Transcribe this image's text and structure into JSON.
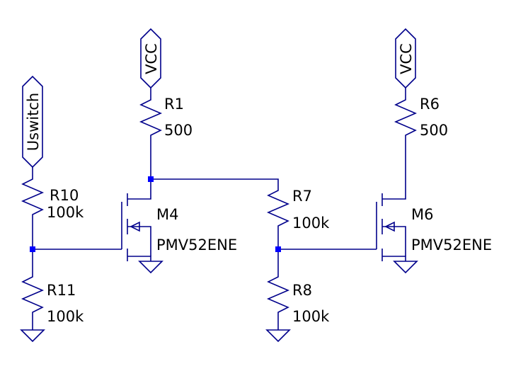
{
  "colors": {
    "wire": "#00008b",
    "junction": "#0000ff",
    "text": "#000000",
    "background": "#ffffff"
  },
  "ports": {
    "vcc_left": "VCC",
    "vcc_right": "VCC",
    "uswitch": "Uswitch"
  },
  "components": {
    "R1": {
      "ref": "R1",
      "value": "500"
    },
    "R6": {
      "ref": "R6",
      "value": "500"
    },
    "R10": {
      "ref": "R10",
      "value": "100k"
    },
    "R11": {
      "ref": "R11",
      "value": "100k"
    },
    "R7": {
      "ref": "R7",
      "value": "100k"
    },
    "R8": {
      "ref": "R8",
      "value": "100k"
    },
    "M4": {
      "ref": "M4",
      "value": "PMV52ENE"
    },
    "M6": {
      "ref": "M6",
      "value": "PMV52ENE"
    }
  }
}
